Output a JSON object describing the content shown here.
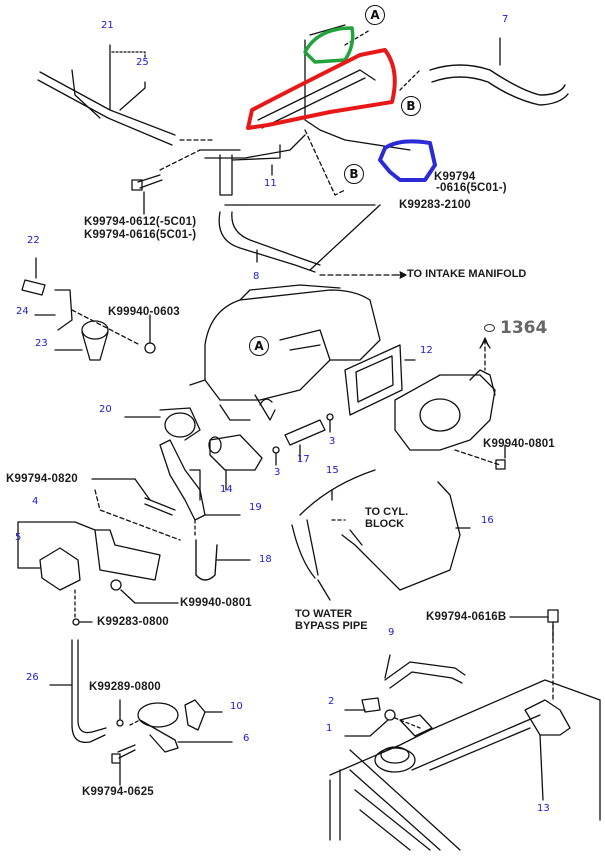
{
  "diagram": {
    "title": "",
    "callout_numbers": [
      {
        "id": "21",
        "label": "21"
      },
      {
        "id": "25",
        "label": "25"
      },
      {
        "id": "11",
        "label": "11"
      },
      {
        "id": "8",
        "label": "8"
      },
      {
        "id": "7",
        "label": "7"
      },
      {
        "id": "22",
        "label": "22"
      },
      {
        "id": "24",
        "label": "24"
      },
      {
        "id": "23",
        "label": "23"
      },
      {
        "id": "12",
        "label": "12"
      },
      {
        "id": "20",
        "label": "20"
      },
      {
        "id": "3a",
        "label": "3"
      },
      {
        "id": "3b",
        "label": "3"
      },
      {
        "id": "17",
        "label": "17"
      },
      {
        "id": "14",
        "label": "14"
      },
      {
        "id": "15",
        "label": "15"
      },
      {
        "id": "16",
        "label": "16"
      },
      {
        "id": "19",
        "label": "19"
      },
      {
        "id": "18",
        "label": "18"
      },
      {
        "id": "4",
        "label": "4"
      },
      {
        "id": "5",
        "label": "5"
      },
      {
        "id": "26",
        "label": "26"
      },
      {
        "id": "10",
        "label": "10"
      },
      {
        "id": "6",
        "label": "6"
      },
      {
        "id": "9",
        "label": "9"
      },
      {
        "id": "2",
        "label": "2"
      },
      {
        "id": "1",
        "label": "1"
      },
      {
        "id": "13",
        "label": "13"
      }
    ],
    "part_numbers": {
      "bolt_0612": "K99794-0612(-5C01)",
      "bolt_0616": "K99794-0616(5C01-)",
      "bolt_k99794_top": "K99794",
      "bolt_k99794_top_suffix": "-0616(5C01-)",
      "clamp_2100": "K99283-2100",
      "nut_0603": "K99940-0603",
      "nut_0801_right": "K99940-0801",
      "bolt_0820": "K99794-0820",
      "nut_0801_left": "K99940-0801",
      "clamp_0800": "K99283-0800",
      "clip_0800": "K99289-0800",
      "bolt_0625": "K99794-0625",
      "bolt_0616b": "K99794-0616B"
    },
    "reference_number": "1364",
    "circle_markers": {
      "a_top": "A",
      "a_manifold": "A",
      "b_upper": "B",
      "b_lower": "B"
    },
    "notes": {
      "intake": "TO INTAKE MANIFOLD",
      "cyl_block_line1": "TO CYL.",
      "cyl_block_line2": "BLOCK",
      "water_line1": "TO WATER",
      "water_line2": "BYPASS PIPE"
    },
    "annotation_colors": {
      "green": "#1fa33a",
      "red": "#e81818",
      "blue": "#2a2ad6"
    }
  }
}
